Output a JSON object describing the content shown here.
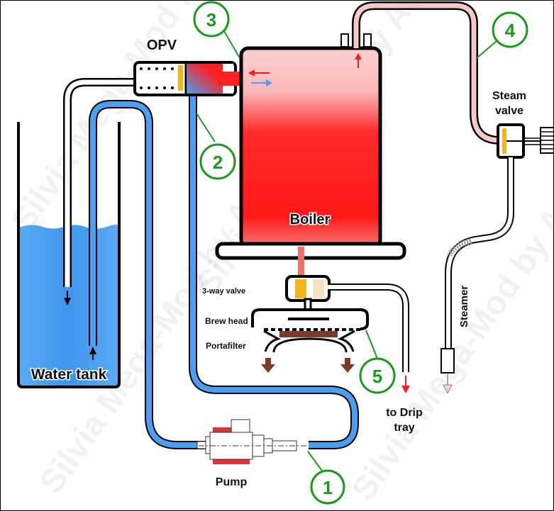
{
  "title": "Espresso machine water and steam flow diagram",
  "watermark": "Silvia Mega-Mod by Avi",
  "colors": {
    "cold_water": "#4a9ff0",
    "hot_water": "#ff1a1a",
    "boiler_top": "#fbcaca",
    "steam_pipe": "#f7c6c6",
    "valve_piston": "#f5b41a",
    "valve_piston_light": "#f5e3bf",
    "coffee_puck": "#7a3b2a",
    "callout_green": "#1a9a1a",
    "pump_red": "#e53030"
  },
  "components": {
    "opv": "OPV",
    "boiler": "Boiler",
    "steam_valve_line1": "Steam",
    "steam_valve_line2": "valve",
    "three_way_valve": "3-way valve",
    "brew_head": "Brew head",
    "portafilter": "Portafilter",
    "water_tank": "Water tank",
    "pump": "Pump",
    "steamer": "Steamer",
    "drip_tray_line1": "to Drip",
    "drip_tray_line2": "tray"
  },
  "callouts": [
    {
      "number": "1",
      "target": "pump outlet line"
    },
    {
      "number": "2",
      "target": "OPV inlet line"
    },
    {
      "number": "3",
      "target": "boiler inlet"
    },
    {
      "number": "4",
      "target": "steam pipe"
    },
    {
      "number": "5",
      "target": "brew head"
    }
  ]
}
